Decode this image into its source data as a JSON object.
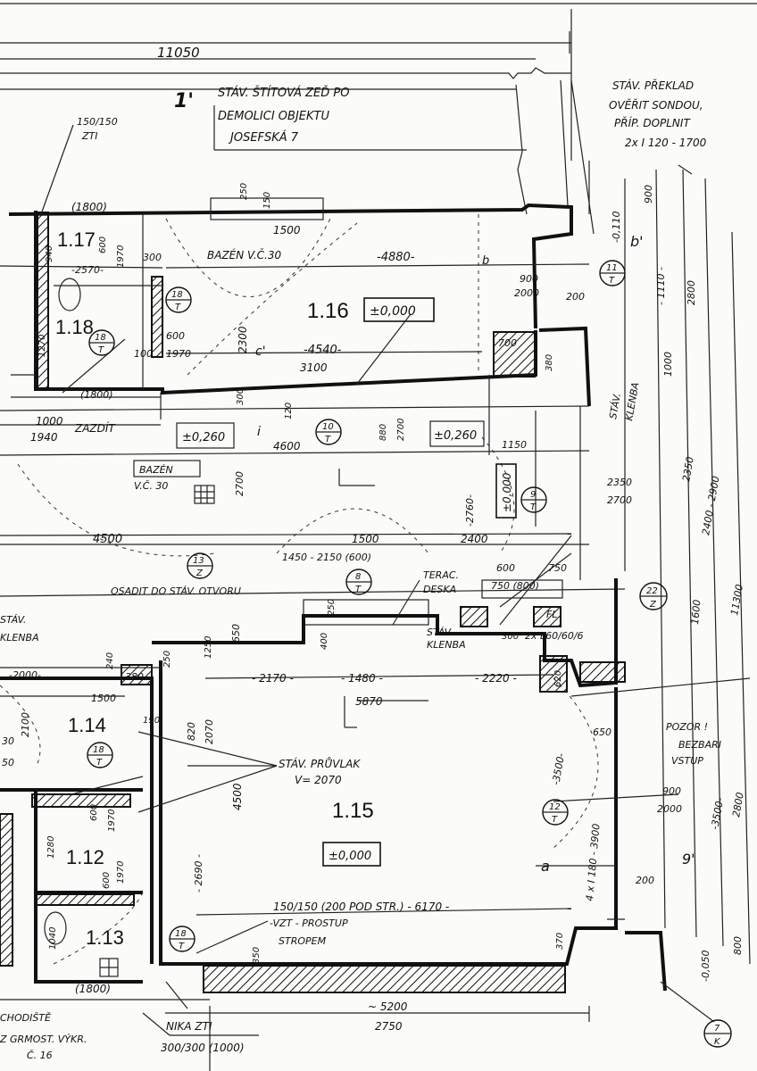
{
  "top": {
    "dim_total": "11050",
    "section_mark": "1'",
    "wall_note_lines": [
      "STÁV. ŠTÍTOVÁ ZEĎ PO",
      "DEMOLICI OBJEKTU",
      "JOSEFSKÁ 7"
    ],
    "lintel_note_lines": [
      "STÁV. PŘEKLAD",
      "OVĚŘIT SONDOU,",
      "PŘÍP. DOPLNIT",
      "2x I 120 - 1700"
    ],
    "zti_top_lines": [
      "150/150",
      "ZTI"
    ]
  },
  "rooms": {
    "r117": "1.17",
    "r118": "1.18",
    "r116": "1.16",
    "r114": "1.14",
    "r115": "1.15",
    "r112": "1.12",
    "r113": "1.13"
  },
  "levels": {
    "l116": "±0,000",
    "l_hall": "±0,260",
    "l_right": "±0,260",
    "l_vert": "±0,000",
    "l115": "±0,000"
  },
  "labels": {
    "bazen1": "BAZÉN  V.Č.30",
    "bazen2_lines": [
      "BAZÉN",
      "V.Č. 30"
    ],
    "zazdit": "ZAZDÍT",
    "osadit": "OSADIT DO STÁV. OTVORU",
    "terac_lines": [
      "TERAC.",
      "DESKA"
    ],
    "klenba_right_lines": [
      "STÁV.",
      "KLENBA"
    ],
    "klenba_mid_lines": [
      "STÁV",
      "KLENBA"
    ],
    "klenba_left_lines": [
      "STÁV.",
      "KLENBA"
    ],
    "pruvlak_lines": [
      "STÁV. PRŮVLAK",
      "V= 2070"
    ],
    "pozor_lines": [
      "POZOR !",
      "BEZBARI",
      "VSTUP"
    ],
    "zti_bottom": "150/150 (200 POD STR.) - 6170 -",
    "vzt_lines": [
      "-VZT - PROSTUP",
      "STROPEM"
    ],
    "nika_lines": [
      "NIKA ZTI",
      "300/300 (1000)"
    ],
    "schodiste_lines": [
      "CHODIŠTĚ",
      "Z GRMOST. VÝKR.",
      "Č. 16"
    ],
    "fl": "FL",
    "angles": "2x L60/60/6",
    "beams": "4 x I 180 - 3900",
    "b_mark": "b'",
    "b_mark2": "b",
    "c_mark": "c'",
    "i_mark": "i",
    "a_mark": "a",
    "nine_mark": "9'"
  },
  "circles": [
    {
      "top": "18",
      "bot": "T"
    },
    {
      "top": "18",
      "bot": "T"
    },
    {
      "top": "11",
      "bot": "T"
    },
    {
      "top": "10",
      "bot": "T"
    },
    {
      "top": "9",
      "bot": "T"
    },
    {
      "top": "13",
      "bot": "Z"
    },
    {
      "top": "8",
      "bot": "T"
    },
    {
      "top": "22",
      "bot": "Z"
    },
    {
      "top": "18",
      "bot": "T"
    },
    {
      "top": "12",
      "bot": "T"
    },
    {
      "top": "18",
      "bot": "T"
    },
    {
      "top": "7",
      "bot": "K"
    }
  ],
  "dims": {
    "d1800a": "(1800)",
    "d940": "940",
    "d600a": "600",
    "d1970a": "1970",
    "d250": "250",
    "d150": "150",
    "d1500a": "1500",
    "d300": "300",
    "d4880": "-4880-",
    "d2570": "-2570-",
    "d1270": "1270",
    "d2300": "2300",
    "d600b": "600",
    "d1970b": "1970",
    "d100": "100",
    "d4540": "-4540-",
    "d3100": "3100",
    "d700": "700",
    "d380": "380",
    "d1800b": "(1800)",
    "d900a": "900",
    "d2000a": "2000",
    "d200a": "200",
    "d0110": "-0,110",
    "d900v": "900",
    "d1110": "- 1110 -",
    "d2800": "2800",
    "d1000v": "1000",
    "d1000": "1000",
    "d1940": "1940",
    "d300b": "300",
    "d120": "120",
    "d4600": "4600",
    "d880": "880",
    "d2700a": "2700",
    "d1150": "1150",
    "d2700b": "2700",
    "d2760": "-2760-",
    "d2350a": "2350",
    "d2700c": "2700",
    "d2350v": "2350",
    "d2400v": "2400 - 2900",
    "d11300": "11300",
    "d4500a": "4500",
    "d1500b": "1500",
    "d2400": "2400",
    "d1450": "1450 - 2150 (600)",
    "d600c": "600",
    "d750a": "750",
    "d750b": "750 (800)",
    "d1600": "1600",
    "d650a": "650",
    "d400": "400",
    "d250b": "250",
    "d300c": "300",
    "d2000b": "-2000-",
    "d240": "240",
    "d380b": "380",
    "d250c": "250",
    "d1250": "1250",
    "d2170": "- 2170 -",
    "d1480": "- 1480 -",
    "d2220": "- 2220 -",
    "d5870": "5870",
    "d620": "620",
    "d1500c": "1500",
    "d2100": "2100",
    "d190": "190",
    "d820": "820",
    "d2070": "2070",
    "d30": "30",
    "d50": "50",
    "d4500b": "4500",
    "d650b": "650",
    "d3500a": "-3500-",
    "d3500b": "-3500-",
    "d2800b": "2800",
    "d900b": "900",
    "d2000c": "2000",
    "d600d": "600",
    "d1970c": "1970",
    "d1280": "1280",
    "d1970d": "1970",
    "d600e": "600",
    "d2690": "- 2690 -",
    "d1040": "1040",
    "d200b": "200",
    "d370": "370",
    "d350": "350",
    "d0050": "-0,050",
    "d800": "800",
    "d1800c": "(1800)",
    "d5200": "~ 5200",
    "d2750": "2750"
  }
}
